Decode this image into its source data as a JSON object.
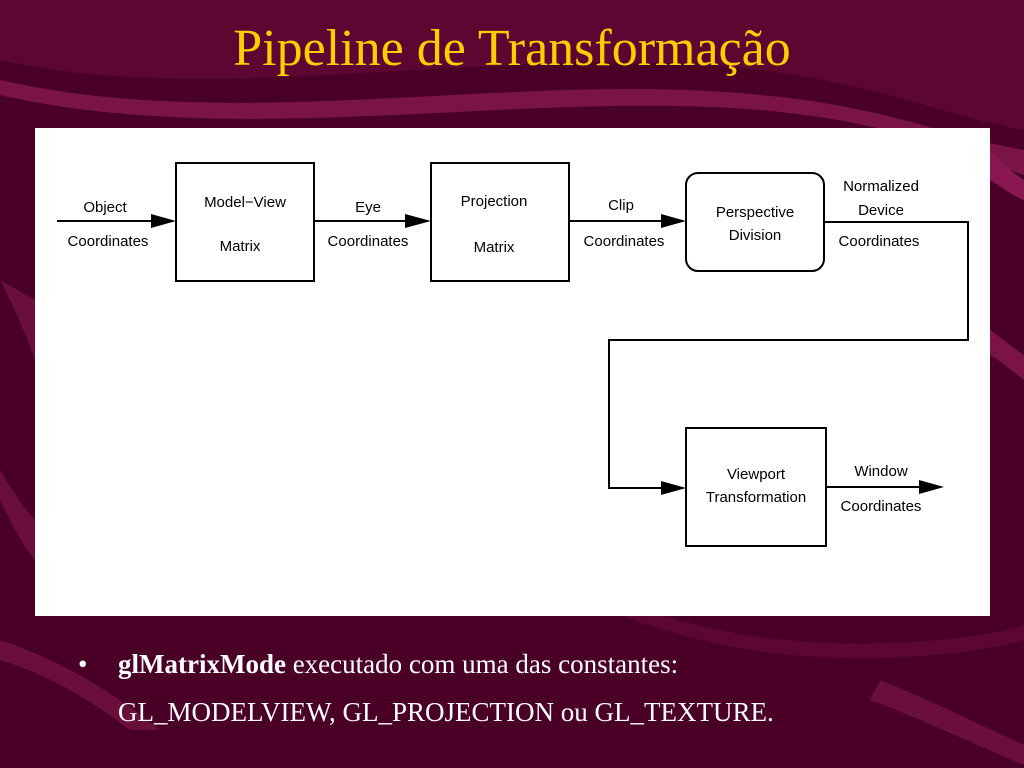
{
  "slide": {
    "title": "Pipeline de Transformação"
  },
  "diagram": {
    "input_label_top": "Object",
    "input_label_bottom": "Coordinates",
    "modelview_box_top": "Model−View",
    "modelview_box_bottom": "Matrix",
    "eye_label_top": "Eye",
    "eye_label_bottom": "Coordinates",
    "projection_box_top": "Projection",
    "projection_box_bottom": "Matrix",
    "clip_label_top": "Clip",
    "clip_label_bottom": "Coordinates",
    "perspective_box_top": "Perspective",
    "perspective_box_bottom": "Division",
    "ndc_label_line1": "Normalized",
    "ndc_label_line2": "Device",
    "ndc_label_line3": "Coordinates",
    "viewport_box_top": "Viewport",
    "viewport_box_bottom": "Transformation",
    "window_label_top": "Window",
    "window_label_bottom": "Coordinates"
  },
  "bullet": {
    "symbol": "•",
    "bold_term": "glMatrixMode",
    "text_rest": " executado com uma das constantes:",
    "line2": "GL_MODELVIEW, GL_PROJECTION ou GL_TEXTURE."
  }
}
